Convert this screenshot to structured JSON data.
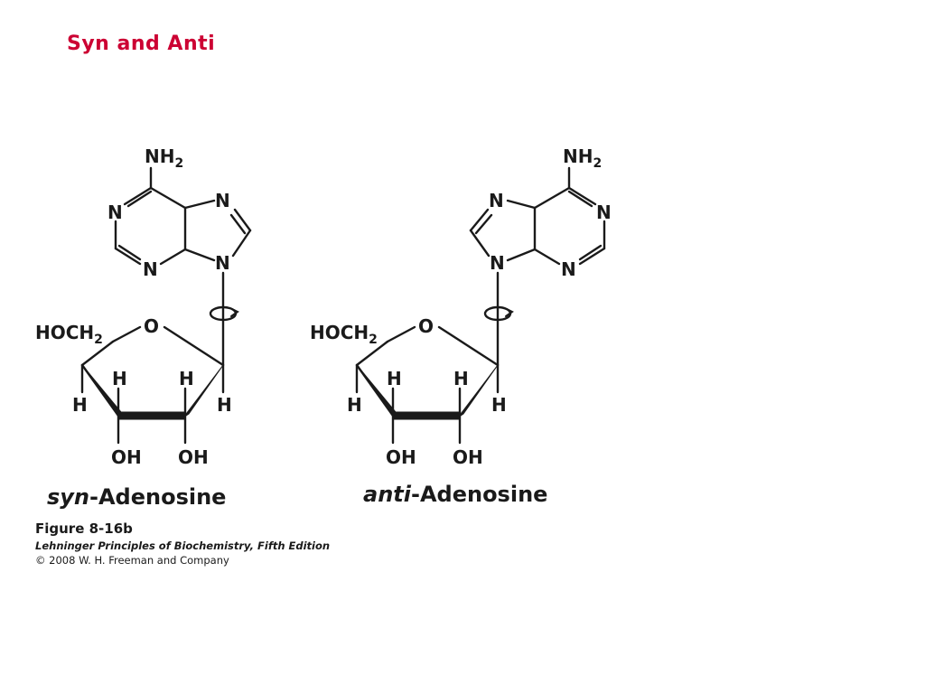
{
  "slide": {
    "title": "Syn and Anti"
  },
  "atoms": {
    "nh2": "NH",
    "two": "2",
    "n": "N",
    "o": "O",
    "h": "H",
    "oh": "OH",
    "hoch": "HOCH"
  },
  "structures": {
    "syn": {
      "prefix": "syn",
      "name": "-Adenosine"
    },
    "anti": {
      "prefix": "anti",
      "name": "-Adenosine"
    }
  },
  "figure": {
    "number": "Figure 8-16b",
    "book": "Lehninger Principles of Biochemistry, Fifth Edition",
    "copyright": "© 2008 W. H. Freeman and Company"
  }
}
